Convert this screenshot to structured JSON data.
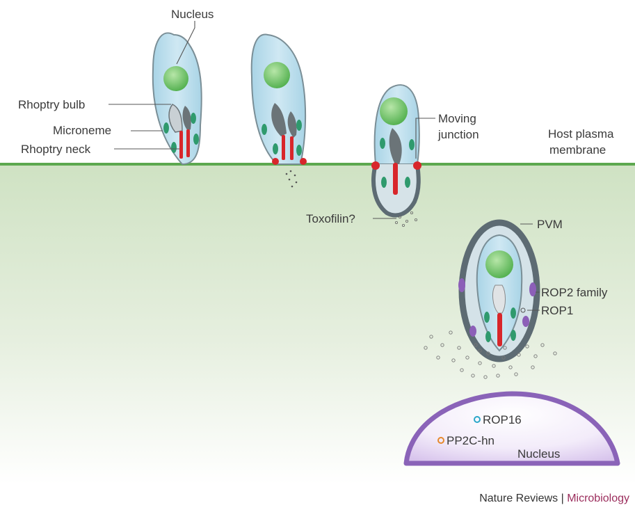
{
  "labels": {
    "nucleus_top": "Nucleus",
    "rhoptry_bulb": "Rhoptry bulb",
    "microneme": "Microneme",
    "rhoptry_neck": "Rhoptry neck",
    "moving_junction_1": "Moving",
    "moving_junction_2": "junction",
    "host_plasma_1": "Host plasma",
    "host_plasma_2": "membrane",
    "toxofilin": "Toxofilin?",
    "pvm": "PVM",
    "rop2_family": "ROP2 family",
    "rop1": "ROP1",
    "rop16": "ROP16",
    "pp2c": "PP2C-hn",
    "host_nucleus": "Nucleus"
  },
  "credit": {
    "journal": "Nature Reviews",
    "separator": " | ",
    "subject": "Microbiology"
  },
  "colors": {
    "cell_fill": "#bfe0ee",
    "cell_outline": "#7a8e96",
    "parasite_nucleus": "#77c66a",
    "microneme": "#2f9a6d",
    "rhoptry_bulb": "#6b7478",
    "rhoptry_neck": "#d8262b",
    "junction": "#d8262b",
    "host_membrane": "#5da84f",
    "cytoplasm_top": "#cfe2c3",
    "pvm": "#5d6b73",
    "rop2": "#8c5fb8",
    "host_nucleus": "#b696d8",
    "rop16": "#2aa7c9",
    "pp2c": "#e6892e",
    "credit_accent": "#9b2d5c"
  }
}
